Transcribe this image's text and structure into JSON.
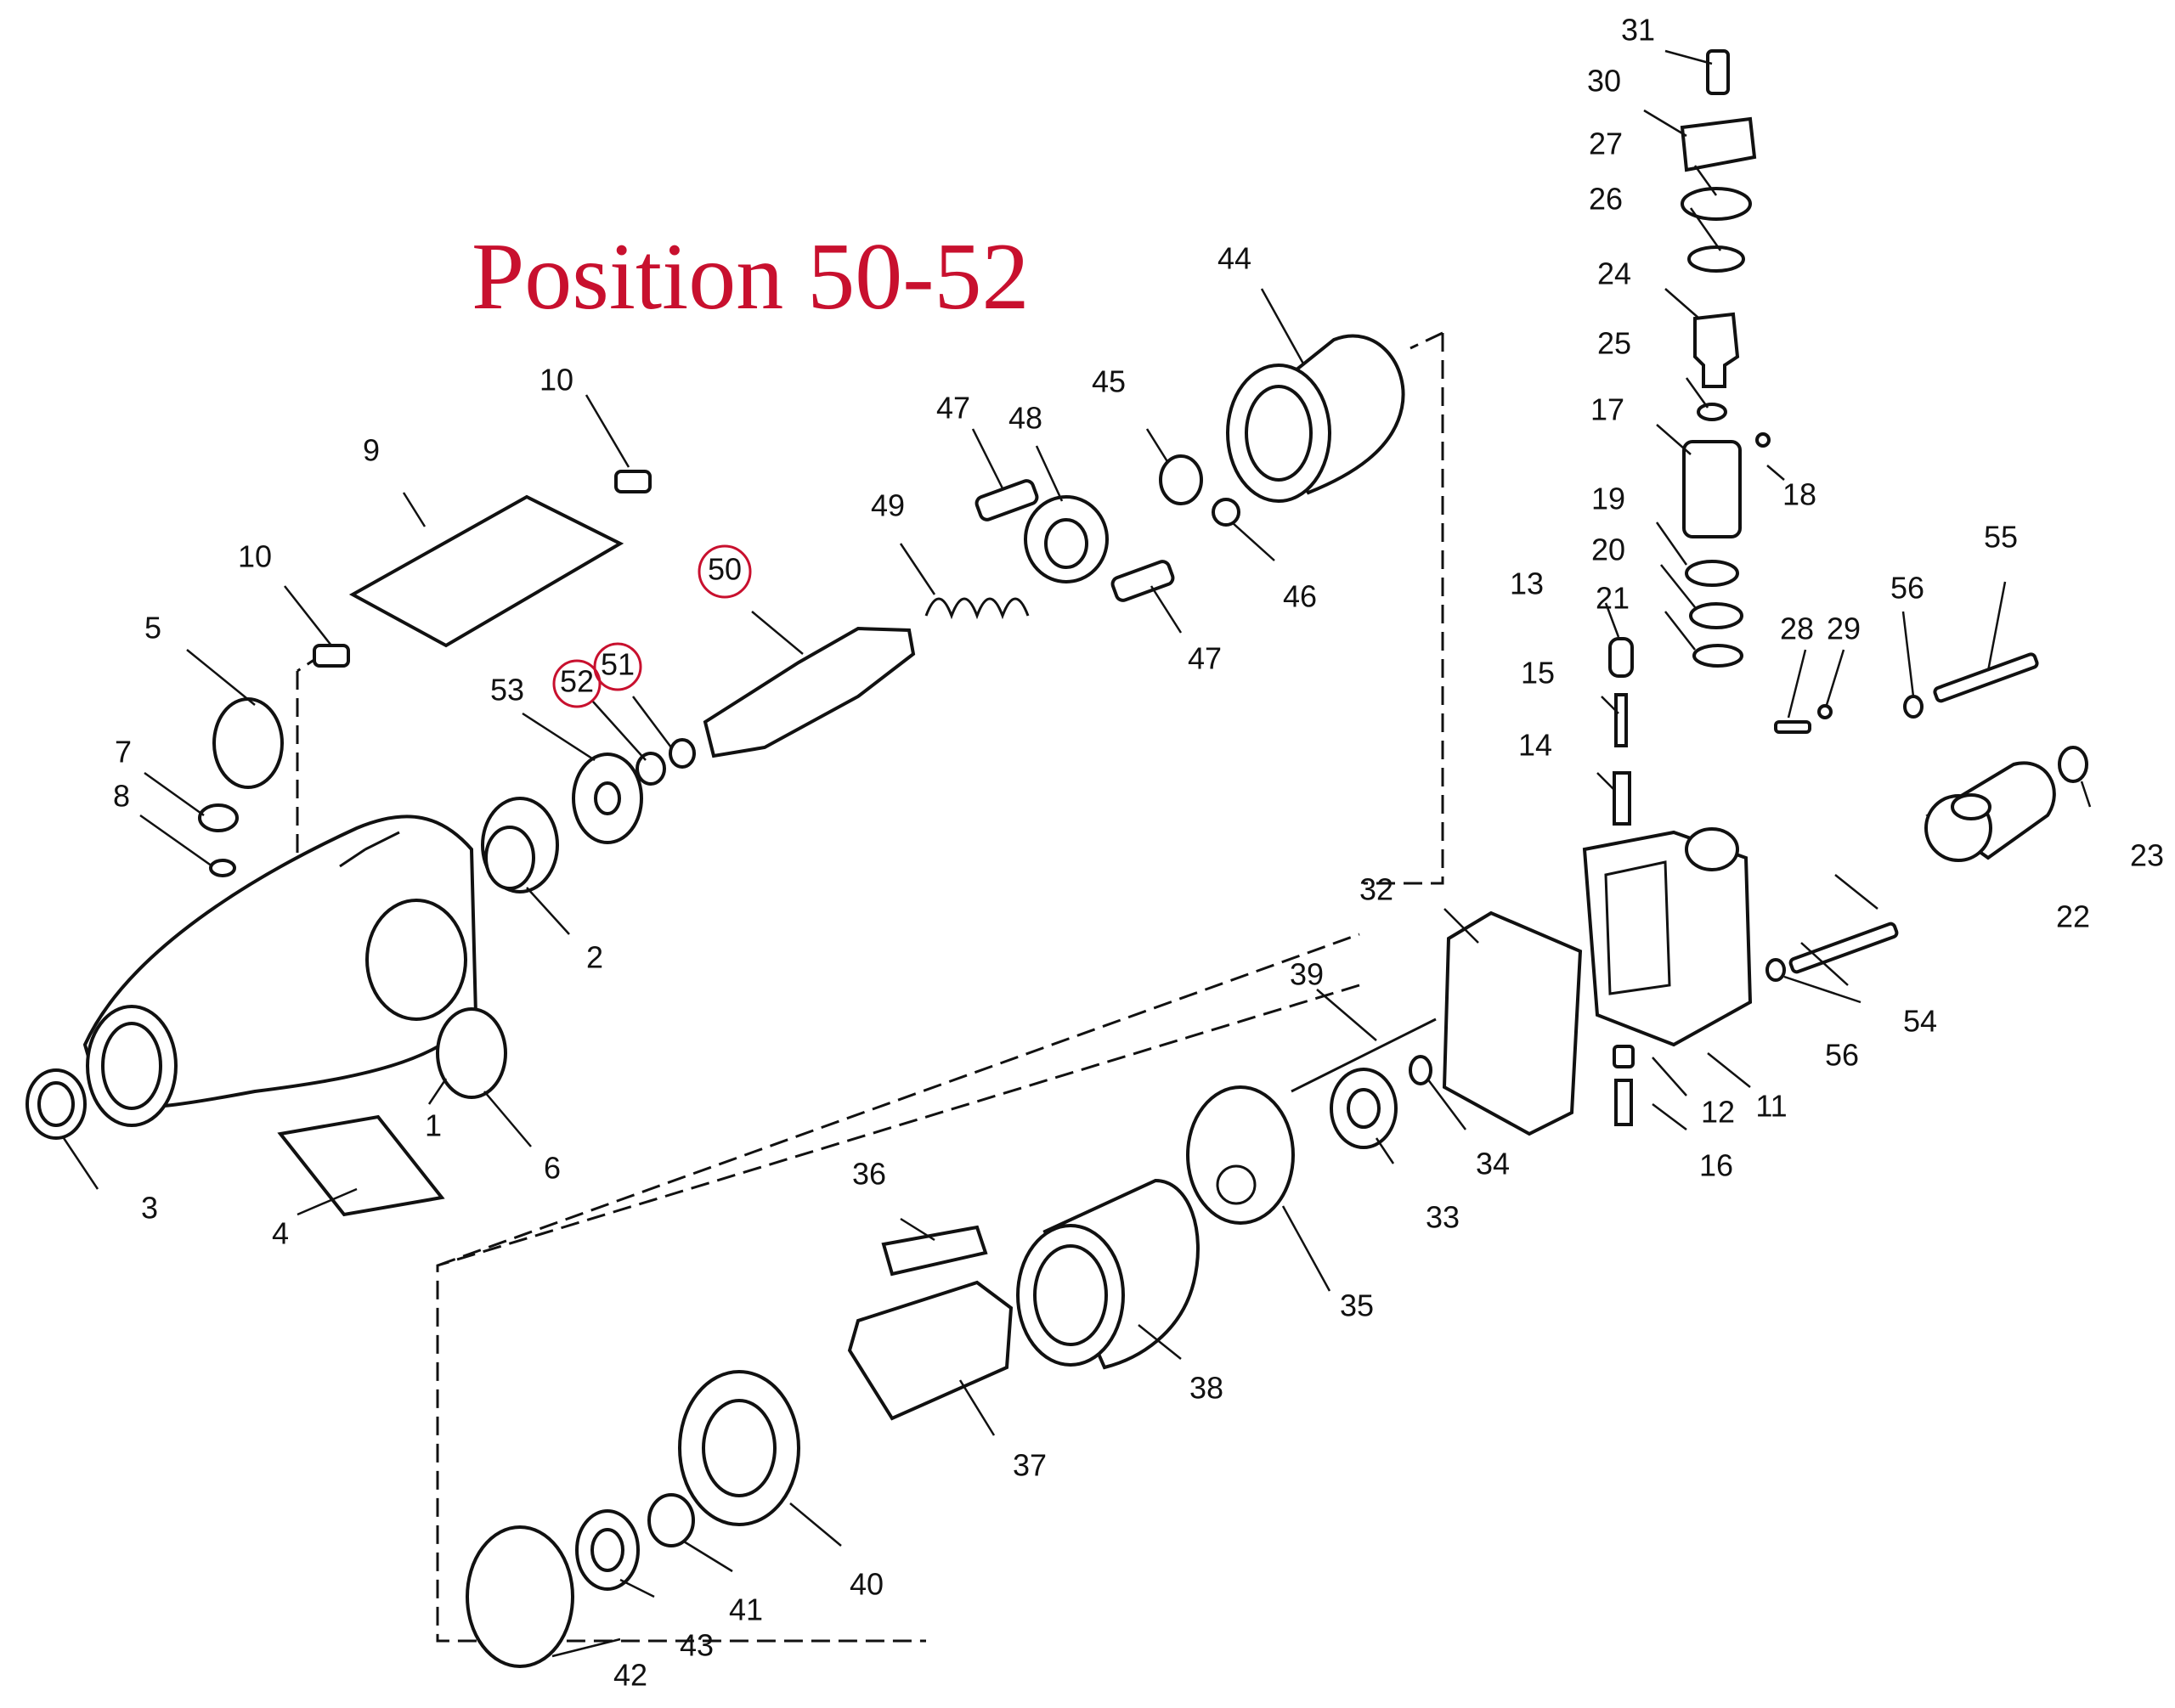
{
  "title": "Position 50-52",
  "highlight_color": "#c8102e",
  "highlighted": [
    "50",
    "51",
    "52"
  ],
  "callouts": [
    {
      "id": "c1",
      "text": "1"
    },
    {
      "id": "c2",
      "text": "2"
    },
    {
      "id": "c3",
      "text": "3"
    },
    {
      "id": "c4",
      "text": "4"
    },
    {
      "id": "c5",
      "text": "5"
    },
    {
      "id": "c6",
      "text": "6"
    },
    {
      "id": "c7",
      "text": "7"
    },
    {
      "id": "c8",
      "text": "8"
    },
    {
      "id": "c9",
      "text": "9"
    },
    {
      "id": "c10a",
      "text": "10"
    },
    {
      "id": "c10b",
      "text": "10"
    },
    {
      "id": "c11",
      "text": "11"
    },
    {
      "id": "c12",
      "text": "12"
    },
    {
      "id": "c13",
      "text": "13"
    },
    {
      "id": "c14",
      "text": "14"
    },
    {
      "id": "c15",
      "text": "15"
    },
    {
      "id": "c16",
      "text": "16"
    },
    {
      "id": "c17",
      "text": "17"
    },
    {
      "id": "c18",
      "text": "18"
    },
    {
      "id": "c19",
      "text": "19"
    },
    {
      "id": "c20",
      "text": "20"
    },
    {
      "id": "c21",
      "text": "21"
    },
    {
      "id": "c22",
      "text": "22"
    },
    {
      "id": "c23",
      "text": "23"
    },
    {
      "id": "c24",
      "text": "24"
    },
    {
      "id": "c25",
      "text": "25"
    },
    {
      "id": "c26",
      "text": "26"
    },
    {
      "id": "c27",
      "text": "27"
    },
    {
      "id": "c28",
      "text": "28"
    },
    {
      "id": "c29",
      "text": "29"
    },
    {
      "id": "c30",
      "text": "30"
    },
    {
      "id": "c31",
      "text": "31"
    },
    {
      "id": "c32",
      "text": "32"
    },
    {
      "id": "c33",
      "text": "33"
    },
    {
      "id": "c34",
      "text": "34"
    },
    {
      "id": "c35",
      "text": "35"
    },
    {
      "id": "c36",
      "text": "36"
    },
    {
      "id": "c37",
      "text": "37"
    },
    {
      "id": "c38",
      "text": "38"
    },
    {
      "id": "c39",
      "text": "39"
    },
    {
      "id": "c40",
      "text": "40"
    },
    {
      "id": "c41",
      "text": "41"
    },
    {
      "id": "c42",
      "text": "42"
    },
    {
      "id": "c43",
      "text": "43"
    },
    {
      "id": "c44",
      "text": "44"
    },
    {
      "id": "c45",
      "text": "45"
    },
    {
      "id": "c46",
      "text": "46"
    },
    {
      "id": "c47a",
      "text": "47"
    },
    {
      "id": "c47b",
      "text": "47"
    },
    {
      "id": "c48",
      "text": "48"
    },
    {
      "id": "c49",
      "text": "49"
    },
    {
      "id": "c50",
      "text": "50"
    },
    {
      "id": "c51",
      "text": "51"
    },
    {
      "id": "c52",
      "text": "52"
    },
    {
      "id": "c53",
      "text": "53"
    },
    {
      "id": "c54",
      "text": "54"
    },
    {
      "id": "c55",
      "text": "55"
    },
    {
      "id": "c56a",
      "text": "56"
    },
    {
      "id": "c56b",
      "text": "56"
    }
  ]
}
